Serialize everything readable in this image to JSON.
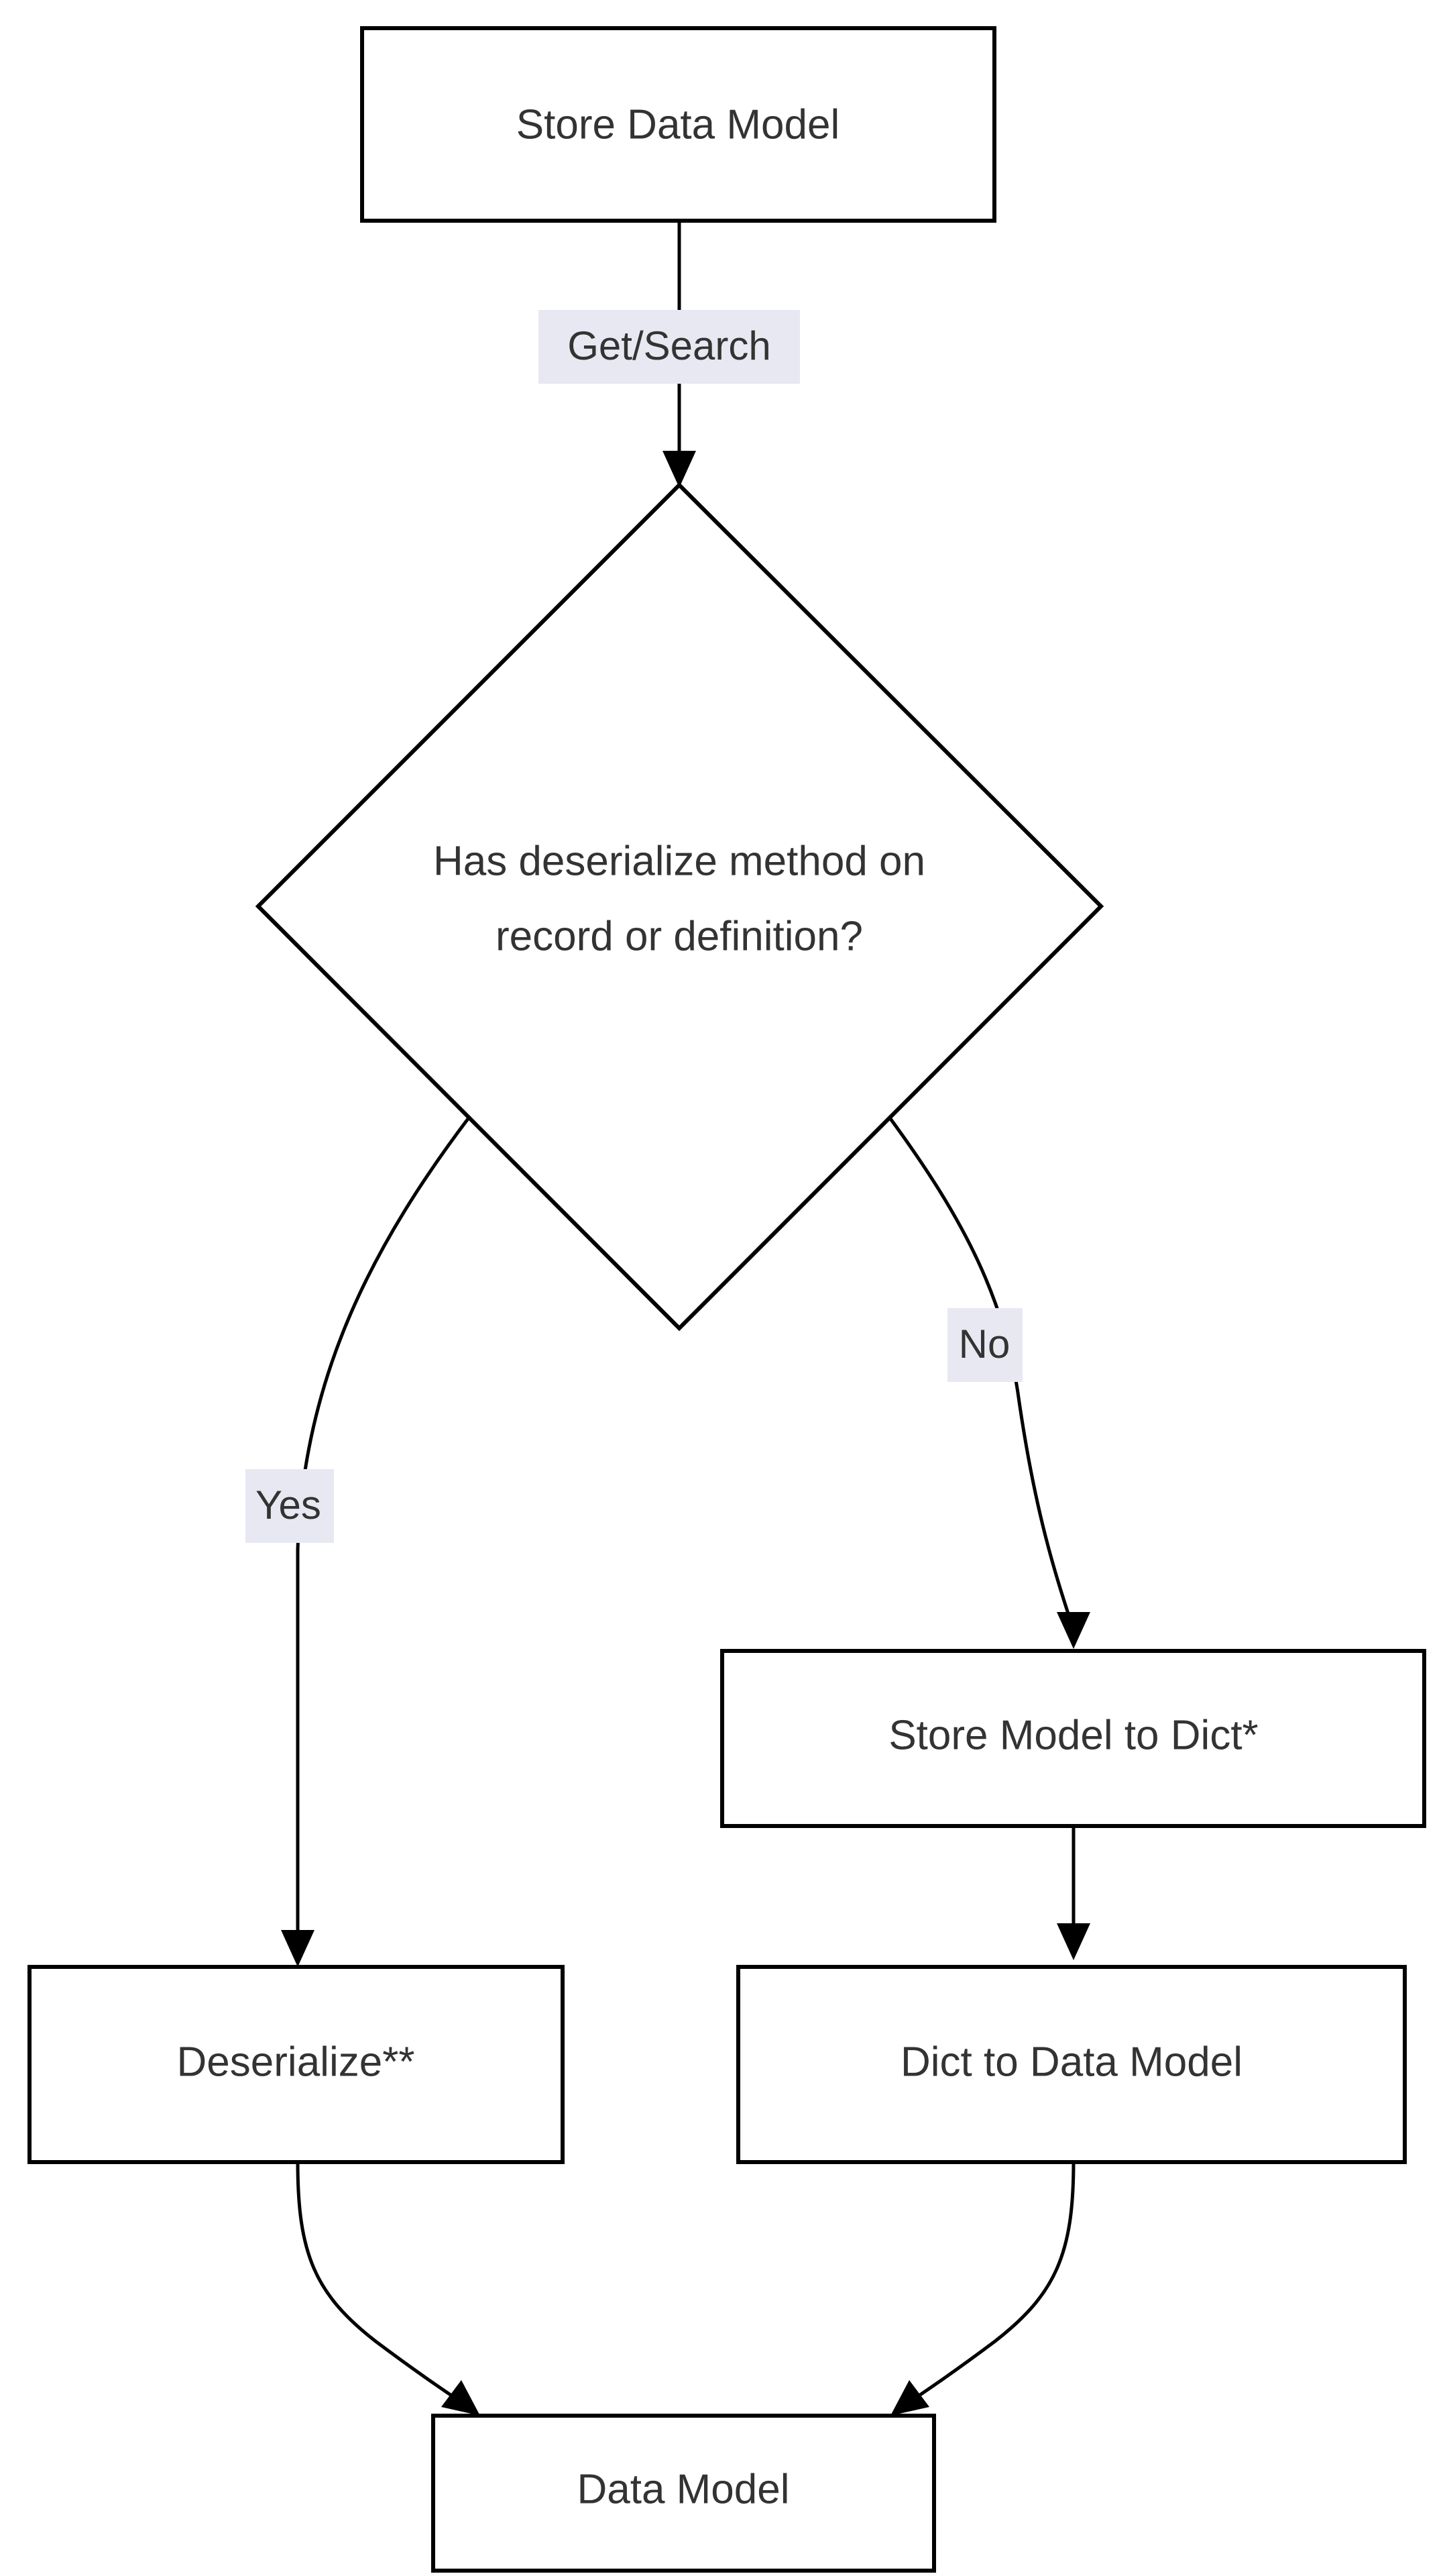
{
  "diagram": {
    "type": "flowchart",
    "direction": "top-down",
    "background_color": "#ffffff",
    "node_fill": "#ffffff",
    "node_stroke": "#000000",
    "text_color": "#333333",
    "edge_label_background": "#e8e8f2",
    "nodes": [
      {
        "id": "store_data_model",
        "label": "Store Data Model",
        "shape": "rect"
      },
      {
        "id": "has_deserialize",
        "label_line1": "Has deserialize method on",
        "label_line2": "record or definition?",
        "shape": "diamond"
      },
      {
        "id": "store_model_to_dict",
        "label": "Store Model to Dict*",
        "shape": "rect"
      },
      {
        "id": "deserialize",
        "label": "Deserialize**",
        "shape": "rect"
      },
      {
        "id": "dict_to_data_model",
        "label": "Dict to Data Model",
        "shape": "rect"
      },
      {
        "id": "data_model",
        "label": "Data Model",
        "shape": "rect"
      }
    ],
    "edges": [
      {
        "from": "store_data_model",
        "to": "has_deserialize",
        "label": "Get/Search"
      },
      {
        "from": "has_deserialize",
        "to": "deserialize",
        "label": "Yes"
      },
      {
        "from": "has_deserialize",
        "to": "store_model_to_dict",
        "label": "No"
      },
      {
        "from": "store_model_to_dict",
        "to": "dict_to_data_model",
        "label": ""
      },
      {
        "from": "deserialize",
        "to": "data_model",
        "label": ""
      },
      {
        "from": "dict_to_data_model",
        "to": "data_model",
        "label": ""
      }
    ]
  }
}
